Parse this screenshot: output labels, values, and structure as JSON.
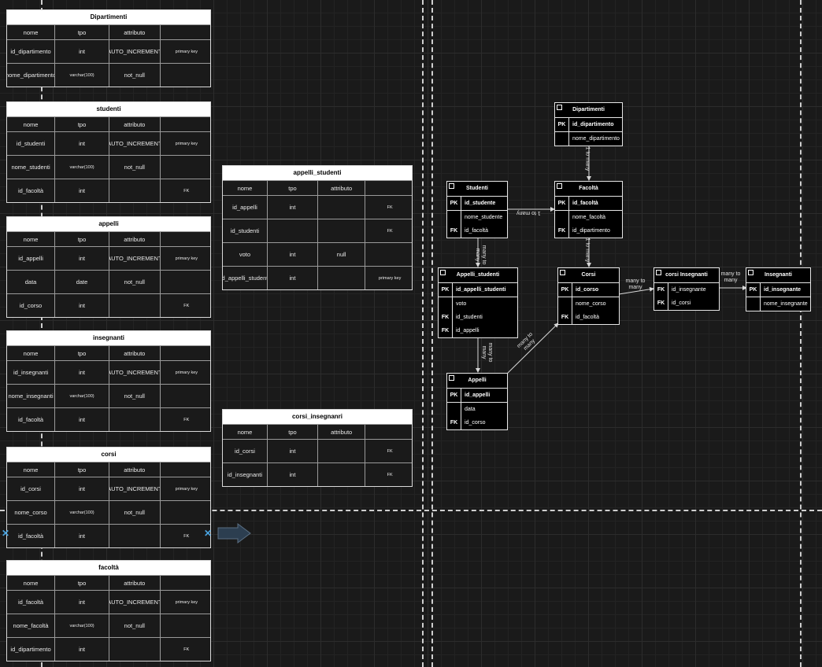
{
  "tables": {
    "dipartimenti": {
      "title": "Dipartimenti",
      "header": [
        "nome",
        "tpo",
        "attributo",
        ""
      ],
      "rows": [
        [
          "id_dipartimento",
          "int",
          "AUTO_INCREMENT",
          "primary key"
        ],
        [
          "nome_dipartimento",
          "varchar(100)",
          "not_null",
          ""
        ]
      ]
    },
    "studenti": {
      "title": "studenti",
      "header": [
        "nome",
        "tpo",
        "attributo",
        ""
      ],
      "rows": [
        [
          "id_studenti",
          "int",
          "AUTO_INCREMENT",
          "primary key"
        ],
        [
          "nome_studenti",
          "varchar(100)",
          "not_null",
          ""
        ],
        [
          "id_facoltà",
          "int",
          "",
          "FK"
        ]
      ]
    },
    "appelli": {
      "title": "appelli",
      "header": [
        "nome",
        "tpo",
        "attributo",
        ""
      ],
      "rows": [
        [
          "id_appelli",
          "int",
          "AUTO_INCREMENT",
          "primary key"
        ],
        [
          "data",
          "date",
          "not_null",
          ""
        ],
        [
          "id_corso",
          "int",
          "",
          "FK"
        ]
      ]
    },
    "insegnanti": {
      "title": "insegnanti",
      "header": [
        "nome",
        "tpo",
        "attributo",
        ""
      ],
      "rows": [
        [
          "id_insegnanti",
          "int",
          "AUTO_INCREMENT",
          "primary key"
        ],
        [
          "nome_insegnanti",
          "varchar(100)",
          "not_null",
          ""
        ],
        [
          "id_facoltà",
          "int",
          "",
          "FK"
        ]
      ]
    },
    "corsi": {
      "title": "corsi",
      "header": [
        "nome",
        "tpo",
        "attributo",
        ""
      ],
      "rows": [
        [
          "id_corsi",
          "int",
          "AUTO_INCREMENT",
          "primary key"
        ],
        [
          "nome_corso",
          "varchar(100)",
          "not_null",
          ""
        ],
        [
          "id_facoltà",
          "int",
          "",
          "FK"
        ]
      ]
    },
    "facolta": {
      "title": "facoltà",
      "header": [
        "nome",
        "tpo",
        "attributo",
        ""
      ],
      "rows": [
        [
          "id_facoltà",
          "int",
          "AUTO_INCREMENT",
          "primary key"
        ],
        [
          "nome_facoltà",
          "varchar(100)",
          "not_null",
          ""
        ],
        [
          "id_dipartimento",
          "int",
          "",
          "FK"
        ]
      ]
    },
    "appelli_studenti": {
      "title": "appelli_studenti",
      "header": [
        "nome",
        "tpo",
        "attributo",
        ""
      ],
      "rows": [
        [
          "id_appelli",
          "int",
          "",
          "FK"
        ],
        [
          "id_studenti",
          "",
          "",
          "FK"
        ],
        [
          "voto",
          "int",
          "null",
          ""
        ],
        [
          "id_appelli_studenti",
          "int",
          "",
          "primary key"
        ]
      ]
    },
    "corsi_insegnanri": {
      "title": "corsi_insegnanri",
      "header": [
        "nome",
        "tpo",
        "attributo",
        ""
      ],
      "rows": [
        [
          "id_corsi",
          "int",
          "",
          "FK"
        ],
        [
          "id_insegnanti",
          "int",
          "",
          "FK"
        ]
      ]
    }
  },
  "entities": {
    "dipartimenti": {
      "title": "Dipartimenti",
      "rows": [
        [
          "PK",
          "id_dipartimento"
        ],
        [
          "",
          "nome_dipartimento"
        ]
      ]
    },
    "studenti": {
      "title": "Studenti",
      "rows": [
        [
          "PK",
          "id_studente"
        ],
        [
          "",
          "nome_studente"
        ],
        [
          "FK",
          "id_facoltà"
        ]
      ]
    },
    "facolta": {
      "title": "Facoltà",
      "rows": [
        [
          "PK",
          "id_facoltà"
        ],
        [
          "",
          "nome_facoltà"
        ],
        [
          "FK",
          "id_dipartimento"
        ]
      ]
    },
    "appelli_studenti": {
      "title": "Appelli_studenti",
      "rows": [
        [
          "PK",
          "id_appelli_studenti"
        ],
        [
          "",
          "voto"
        ],
        [
          "FK",
          "id_studenti"
        ],
        [
          "FK",
          "id_appelli"
        ]
      ]
    },
    "corsi": {
      "title": "Corsi",
      "rows": [
        [
          "PK",
          "id_corso"
        ],
        [
          "",
          "nome_corso"
        ],
        [
          "FK",
          "id_facoltà"
        ]
      ]
    },
    "corsi_insegnanti": {
      "title": "corsi Insegnanti",
      "rows": [
        [
          "FK",
          "id_insegnante"
        ],
        [
          "FK",
          "id_corsi"
        ]
      ]
    },
    "insegnanti": {
      "title": "Insegnanti",
      "rows": [
        [
          "PK",
          "id_insegnante"
        ],
        [
          "",
          "nome_insegnante"
        ]
      ]
    },
    "appelli": {
      "title": "Appelli",
      "rows": [
        [
          "PK",
          "id_appelli"
        ],
        [
          "",
          "data"
        ],
        [
          "FK",
          "id_corso"
        ]
      ]
    }
  },
  "relations": {
    "dip_fac": "1 to many",
    "stu_fac": "1 to many",
    "fac_corsi": "1 to many",
    "stu_appstu": "many to many",
    "appstu_appelli": "many to many",
    "appelli_corsi": "many to many",
    "corsi_ci": "many to many",
    "ci_ins": "many to many"
  }
}
